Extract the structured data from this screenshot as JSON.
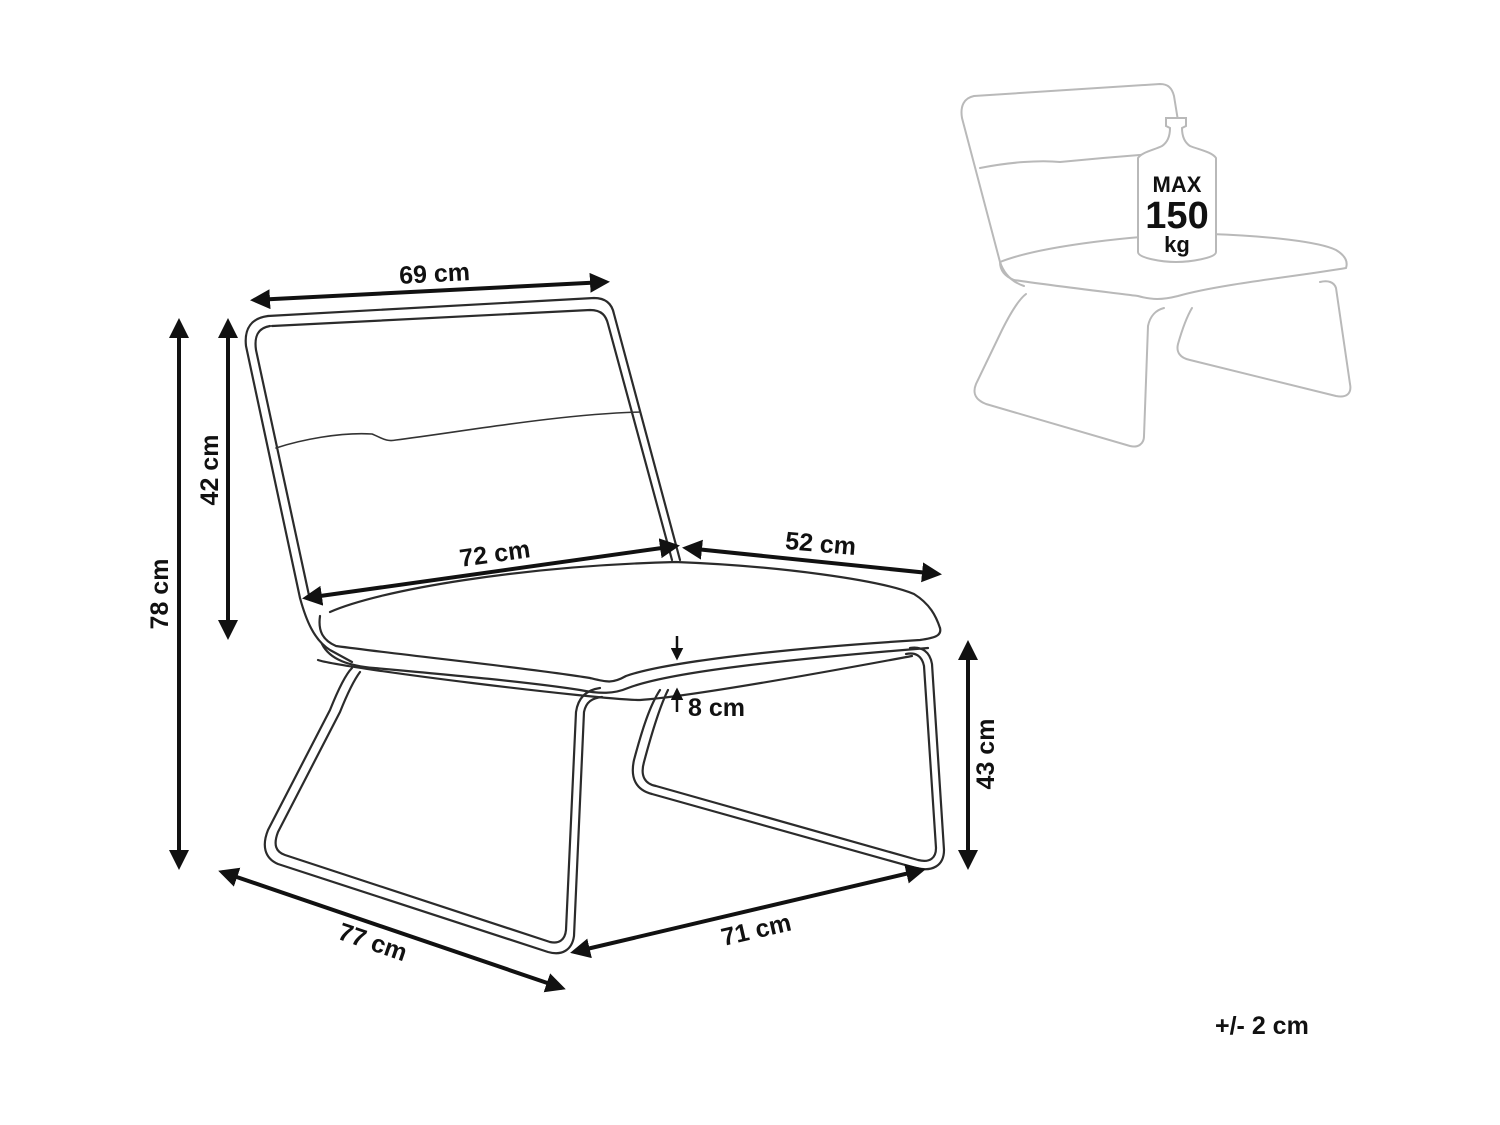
{
  "dimensions": {
    "backrest_width": "69 cm",
    "total_height": "78 cm",
    "backrest_height": "42 cm",
    "seat_width": "72 cm",
    "seat_depth": "52 cm",
    "cushion_thickness": "8 cm",
    "seat_height": "43 cm",
    "overall_depth": "77 cm",
    "overall_width": "71 cm"
  },
  "max_load": {
    "line1": "MAX",
    "line2": "150",
    "line3": "kg"
  },
  "tolerance": "+/- 2 cm"
}
